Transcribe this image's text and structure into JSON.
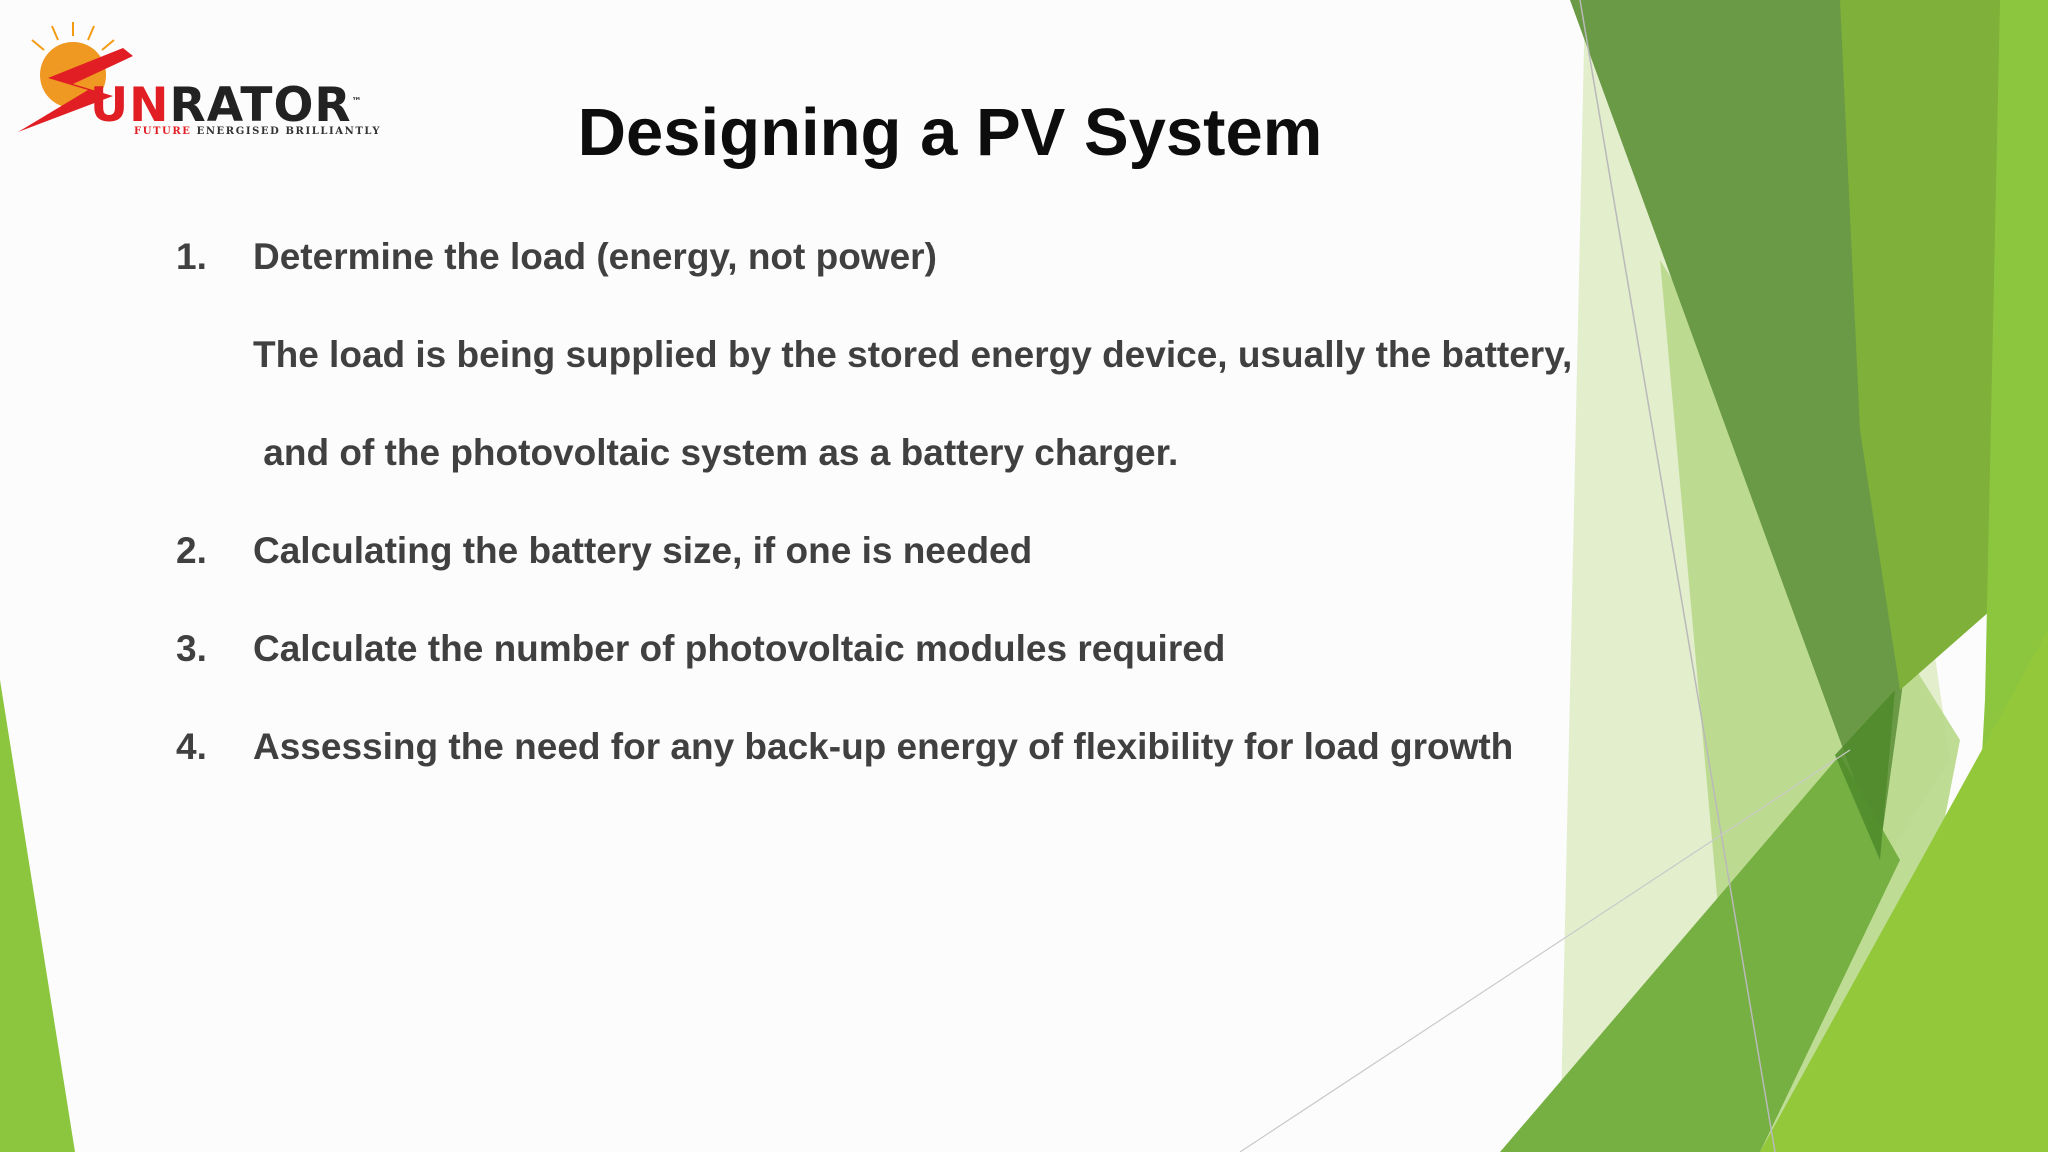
{
  "logo": {
    "wordmark_prefix": "S",
    "wordmark_highlight": "UN",
    "wordmark_rest": "RATOR",
    "trademark": "™",
    "tagline_highlight": "FUTURE",
    "tagline_rest": " ENERGISED BRILLIANTLY",
    "colors": {
      "red": "#e01e24",
      "sun": "#f39c12",
      "dark": "#222222"
    }
  },
  "title": "Designing a PV System",
  "items": [
    {
      "number": "1.",
      "text": "Determine the load (energy, not power)",
      "details": [
        "The load is being supplied by the stored energy device, usually the battery,",
        " and of the photovoltaic system as a battery charger."
      ]
    },
    {
      "number": "2.",
      "text": "Calculating the battery size, if one is needed"
    },
    {
      "number": "3.",
      "text": "Calculate the number of photovoltaic modules required"
    },
    {
      "number": "4.",
      "text": "Assessing the need for any back-up energy of flexibility for load growth"
    }
  ],
  "theme_colors": {
    "dark_green": "#5e8f3a",
    "mid_green": "#6fa83f",
    "lime": "#8cc63f",
    "pale_green": "#dbe9c0",
    "text": "#404040"
  }
}
